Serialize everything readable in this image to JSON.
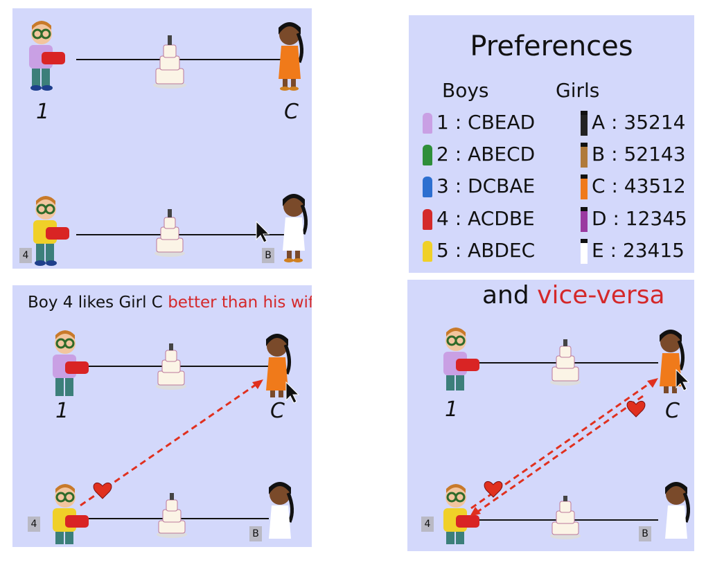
{
  "panel_tl": {
    "label_boy_top": "1",
    "label_girl_top": "C",
    "tag_boy_bottom": "4",
    "tag_girl_bottom": "B"
  },
  "panel_tr": {
    "title": "Preferences",
    "boys_header": "Boys",
    "girls_header": "Girls",
    "boys": [
      {
        "text": "1 : CBEAD",
        "color": "#c9a0e4"
      },
      {
        "text": "2 : ABECD",
        "color": "#2f8f3a"
      },
      {
        "text": "3 : DCBAE",
        "color": "#2d6fd0"
      },
      {
        "text": "4 : ACDBE",
        "color": "#d42a2a"
      },
      {
        "text": "5 : ABDEC",
        "color": "#f0d028"
      }
    ],
    "girls": [
      {
        "text": "A : 35214",
        "color": "#222222"
      },
      {
        "text": "B : 52143",
        "color": "#b07a3a"
      },
      {
        "text": "C : 43512",
        "color": "#f07a1a"
      },
      {
        "text": "D : 12345",
        "color": "#9a3aa0"
      },
      {
        "text": "E : 23415",
        "color": "#ffffff"
      }
    ]
  },
  "panel_bl": {
    "caption_part1": "Boy 4 likes Girl C ",
    "caption_part2": "better than his wife",
    "caption_part3": ".",
    "label_boy_top": "1",
    "label_girl_top": "C",
    "tag_boy_bottom": "4",
    "tag_girl_bottom": "B"
  },
  "panel_br": {
    "caption_part1": "and ",
    "caption_part2": "vice-versa",
    "label_boy_top": "1",
    "label_girl_top": "C",
    "tag_boy_bottom": "4",
    "tag_girl_bottom": "B"
  },
  "colors": {
    "panel_bg": "#d3d8fb",
    "accent_red": "#d4282a",
    "arrow": "#e0301e"
  }
}
